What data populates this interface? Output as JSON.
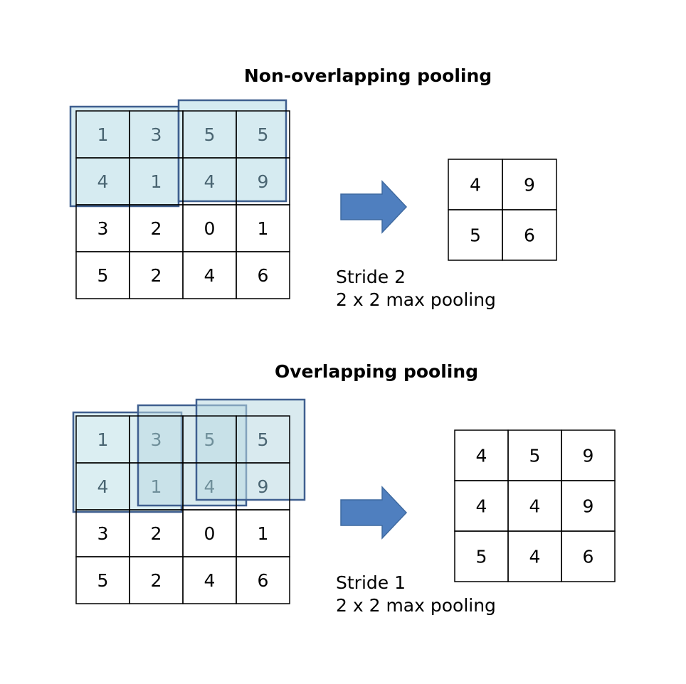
{
  "top": {
    "title": "Non-overlapping pooling",
    "input": [
      [
        "1",
        "3",
        "5",
        "5"
      ],
      [
        "4",
        "1",
        "4",
        "9"
      ],
      [
        "3",
        "2",
        "0",
        "1"
      ],
      [
        "5",
        "2",
        "4",
        "6"
      ]
    ],
    "output": [
      [
        "4",
        "9"
      ],
      [
        "5",
        "6"
      ]
    ],
    "caption_line1": "Stride 2",
    "caption_line2": "2 x 2 max pooling"
  },
  "bottom": {
    "title": "Overlapping pooling",
    "input": [
      [
        "1",
        "3",
        "5",
        "5"
      ],
      [
        "4",
        "1",
        "4",
        "9"
      ],
      [
        "3",
        "2",
        "0",
        "1"
      ],
      [
        "5",
        "2",
        "4",
        "6"
      ]
    ],
    "output": [
      [
        "4",
        "5",
        "9"
      ],
      [
        "4",
        "4",
        "9"
      ],
      [
        "5",
        "4",
        "6"
      ]
    ],
    "caption_line1": "Stride 1",
    "caption_line2": "2 x 2 max pooling"
  },
  "colors": {
    "window_fill": "#cfe8ee",
    "window_stroke": "#3f5f8f",
    "arrow_fill": "#4f7fbf",
    "arrow_stroke": "#3f6aa0",
    "grid_stroke": "#000000"
  },
  "icons": {
    "arrow": "right-arrow-icon"
  }
}
